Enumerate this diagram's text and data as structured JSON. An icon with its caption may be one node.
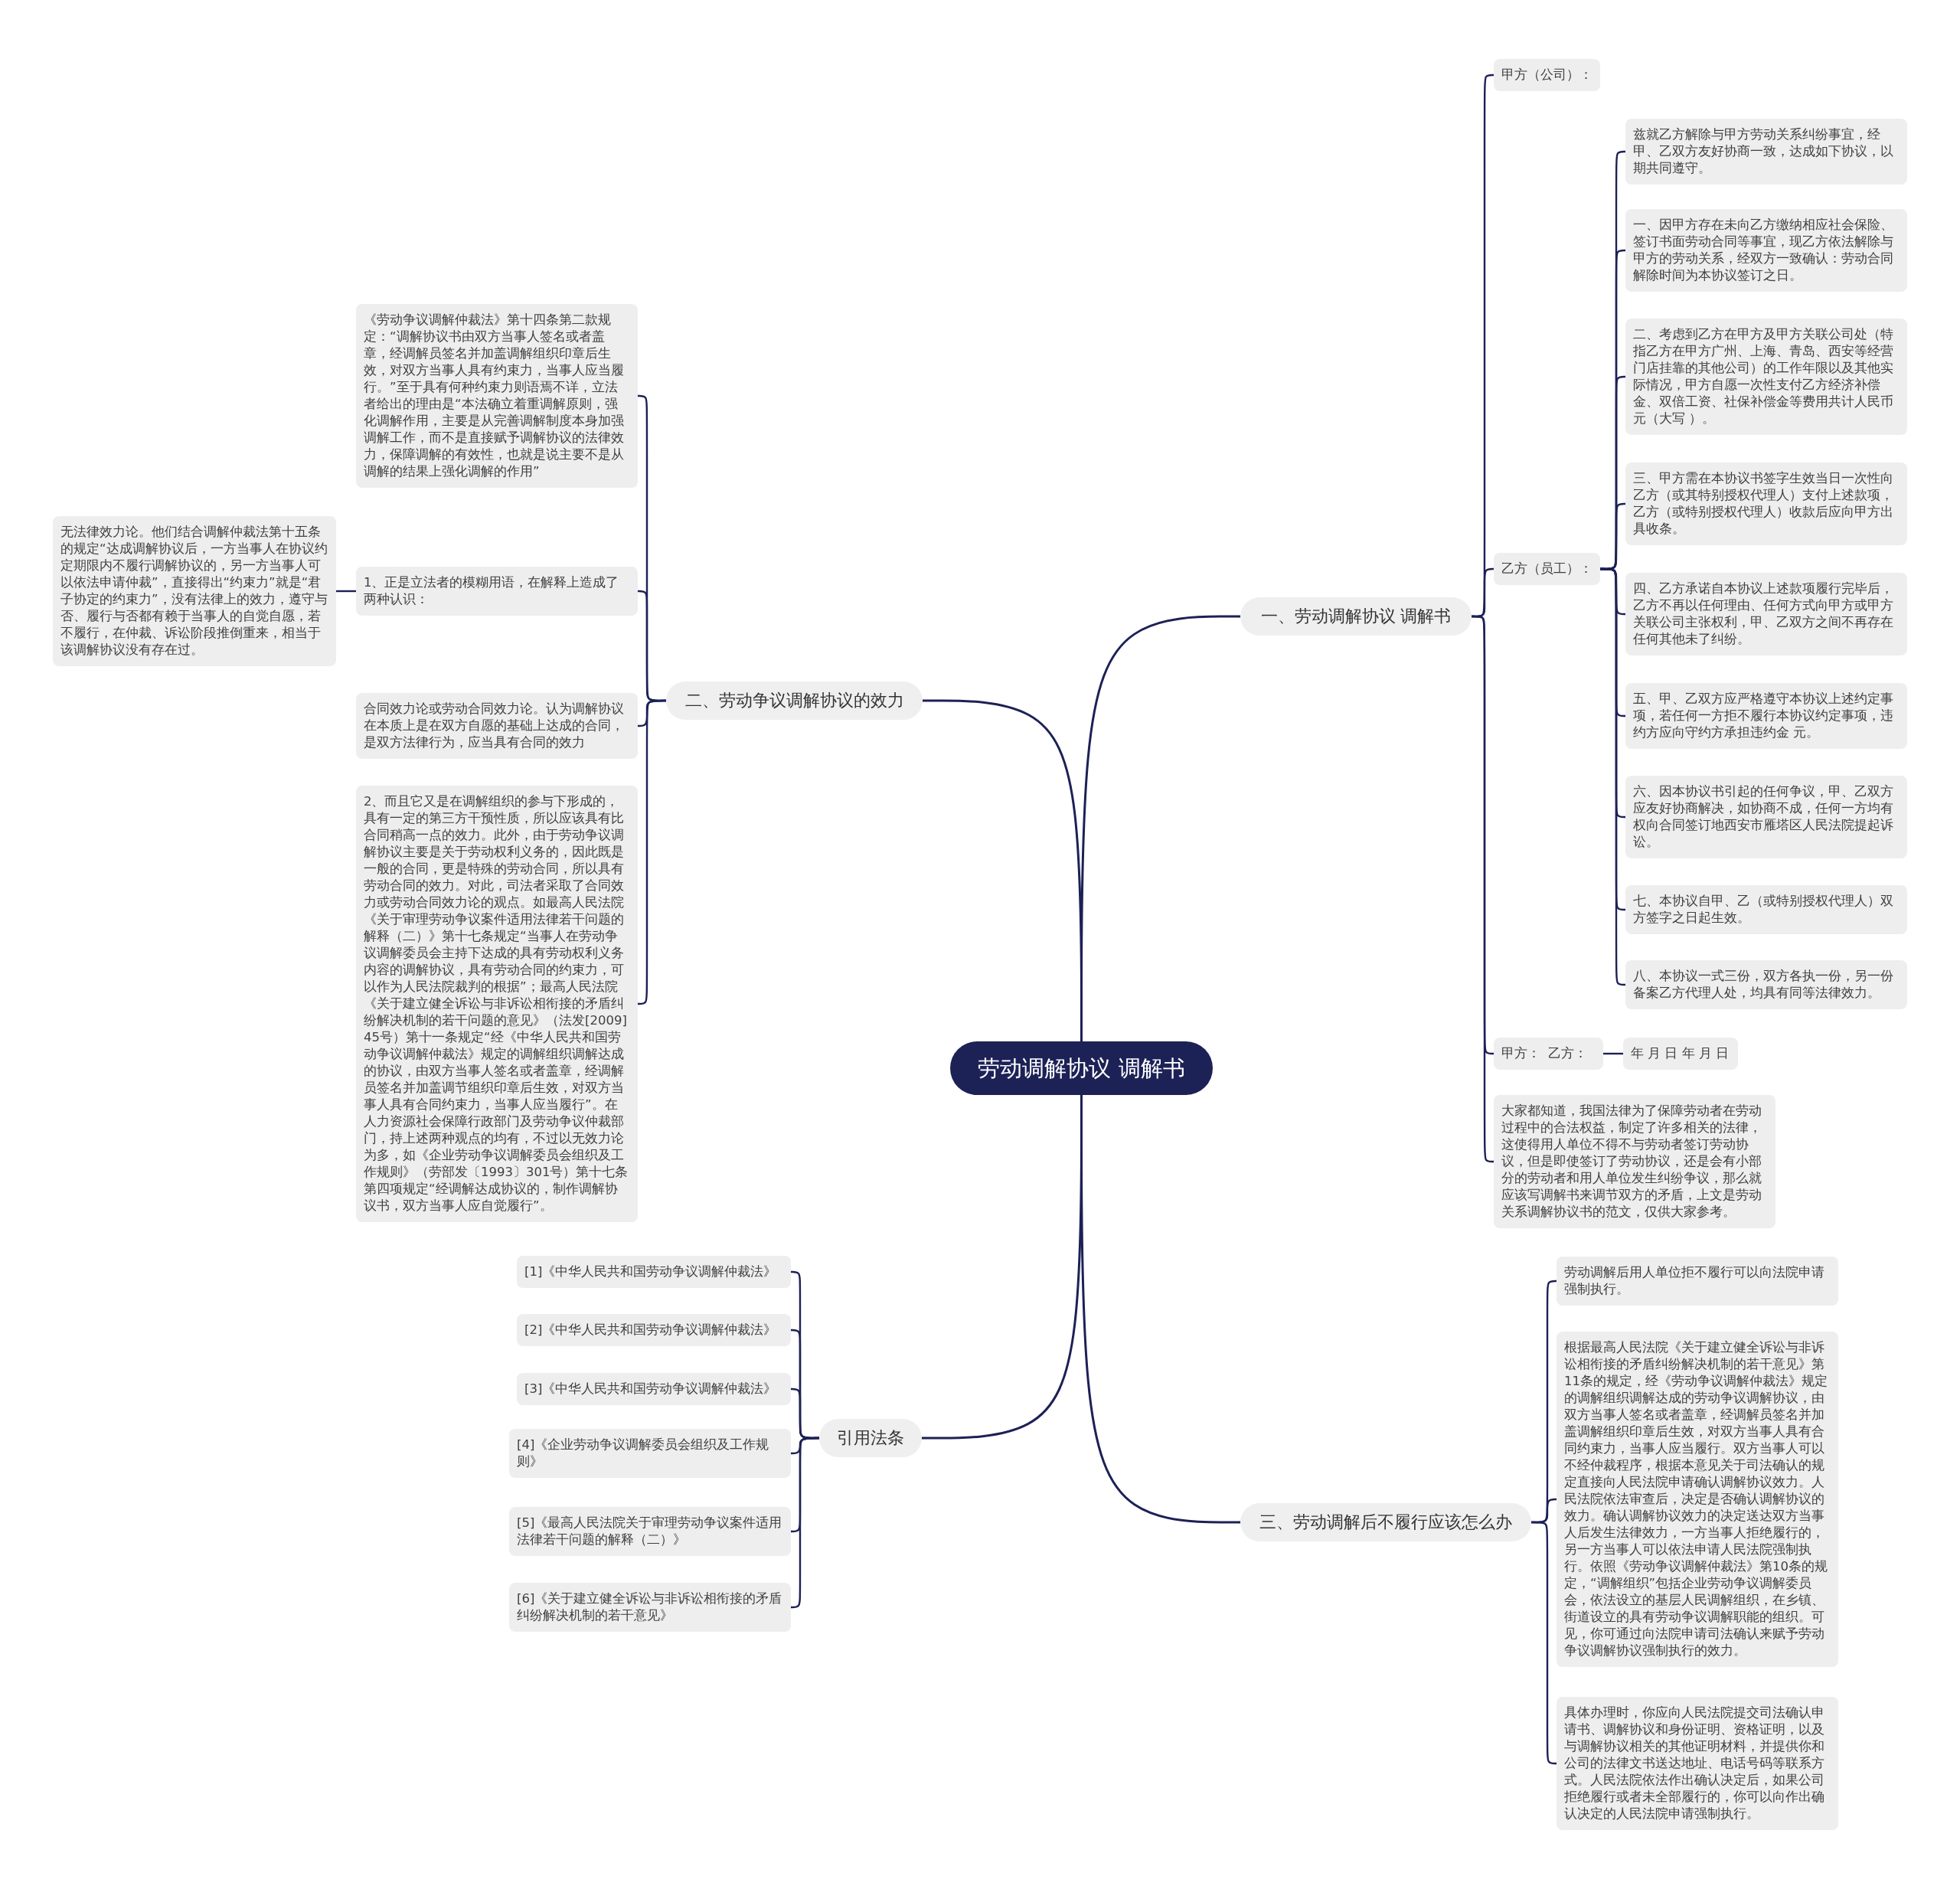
{
  "diagram": {
    "nodes": [
      {
        "text": [
          "劳动调解协议 调解书"
        ]
      },
      {
        "text": [
          "一、劳动调解协议 调解书"
        ]
      },
      {
        "text": [
          "甲方（公司）："
        ]
      },
      {
        "text": [
          "乙方（员工）："
        ]
      },
      {
        "text": [
          "兹就乙方解除与甲方劳动关系纠纷事宜，经甲、乙双方友好协商一致，达成如下协议，以期共同遵守。"
        ]
      },
      {
        "text": [
          "一、因甲方存在未向乙方缴纳相应社会保险、签订书面劳动合同等事宜，现乙方依法解除与甲方的劳动关系，经双方一致确认：劳动合同解除时间为本协议签订之日。"
        ]
      },
      {
        "text": [
          "二、考虑到乙方在甲方及甲方关联公司处（特指乙方在甲方广州、上海、青岛、西安等经营门店挂靠的其他公司）的工作年限以及其他实际情况，甲方自愿一次性支付乙方经济补偿金、双倍工资、社保补偿金等费用共计人民币元（大写 ）。"
        ]
      },
      {
        "text": [
          "三、甲方需在本协议书签字生效当日一次性向乙方（或其特别授权代理人）支付上述款项，乙方（或特别授权代理人）收款后应向甲方出具收条。"
        ]
      },
      {
        "text": [
          "四、乙方承诺自本协议上述款项履行完毕后，乙方不再以任何理由、任何方式向甲方或甲方关联公司主张权利，甲、乙双方之间不再存在任何其他未了纠纷。"
        ]
      },
      {
        "text": [
          "五、甲、乙双方应严格遵守本协议上述约定事项，若任何一方拒不履行本协议约定事项，违约方应向守约方承担违约金 元。"
        ]
      },
      {
        "text": [
          "六、因本协议书引起的任何争议，甲、乙双方应友好协商解决，如协商不成，任何一方均有权向合同签订地西安市雁塔区人民法院提起诉讼。"
        ]
      },
      {
        "text": [
          "七、本协议自甲、乙（或特别授权代理人）双方签字之日起生效。"
        ]
      },
      {
        "text": [
          "八、本协议一式三份，双方各执一份，另一份备案乙方代理人处，均具有同等法律效力。"
        ]
      },
      {
        "text": [
          "甲方：  乙方："
        ]
      },
      {
        "text": [
          "年 月 日 年 月 日"
        ]
      },
      {
        "text": [
          "大家都知道，我国法律为了保障劳动者在劳动过程中的合法权益，制定了许多相关的法律，这使得用人单位不得不与劳动者签订劳动协议，但是即使签订了劳动协议，还是会有小部分的劳动者和用人单位发生纠纷争议，那么就应该写调解书来调节双方的矛盾，上文是劳动关系调解协议书的范文，仅供大家参考。"
        ]
      },
      {
        "text": [
          "三、劳动调解后不履行应该怎么办"
        ]
      },
      {
        "text": [
          "劳动调解后用人单位拒不履行可以向法院申请强制执行。"
        ]
      },
      {
        "text": [
          "根据最高人民法院《关于建立健全诉讼与非诉讼相衔接的矛盾纠纷解决机制的若干意见》第11条的规定，经《劳动争议调解仲裁法》规定的调解组织调解达成的劳动争议调解协议，由双方当事人签名或者盖章，经调解员签名并加盖调解组织印章后生效，对双方当事人具有合同约束力，当事人应当履行。双方当事人可以不经仲裁程序，根据本意见关于司法确认的规定直接向人民法院申请确认调解协议效力。人民法院依法审查后，决定是否确认调解协议的效力。确认调解协议效力的决定送达双方当事人后发生法律效力，一方当事人拒绝履行的，另一方当事人可以依法申请人民法院强制执行。依照《劳动争议调解仲裁法》第10条的规定，“调解组织”包括企业劳动争议调解委员会，依法设立的基层人民调解组织，在乡镇、街道设立的具有劳动争议调解职能的组织。可见，你可通过向法院申请司法确认来赋予劳动争议调解协议强制执行的效力。"
        ]
      },
      {
        "text": [
          "具体办理时，你应向人民法院提交司法确认申请书、调解协议和身份证明、资格证明，以及与调解协议相关的其他证明材料，并提供你和公司的法律文书送达地址、电话号码等联系方式。人民法院依法作出确认决定后，如果公司拒绝履行或者未全部履行的，你可以向作出确认决定的人民法院申请强制执行。"
        ]
      },
      {
        "text": [
          "二、劳动争议调解协议的效力"
        ]
      },
      {
        "text": [
          "《劳动争议调解仲裁法》第十四条第二款规定：“调解协议书由双方当事人签名或者盖章，经调解员签名并加盖调解组织印章后生效，对双方当事人具有约束力，当事人应当履行。”至于具有何种约束力则语焉不详，立法者给出的理由是“本法确立着重调解原则，强化调解作用，主要是从完善调解制度本身加强调解工作，而不是直接赋予调解协议的法律效力，保障调解的有效性，也就是说主要不是从调解的结果上强化调解的作用”"
        ]
      },
      {
        "text": [
          "1、正是立法者的模糊用语，在解释上造成了两种认识："
        ]
      },
      {
        "text": [
          "无法律效力论。他们结合调解仲裁法第十五条的规定“达成调解协议后，一方当事人在协议约定期限内不履行调解协议的，另一方当事人可以依法申请仲裁”，直接得出“约束力”就是“君子协定的约束力”，没有法律上的效力，遵守与否、履行与否都有赖于当事人的自觉自愿，若不履行，在仲裁、诉讼阶段推倒重来，相当于该调解协议没有存在过。"
        ]
      },
      {
        "text": [
          "合同效力论或劳动合同效力论。认为调解协议在本质上是在双方自愿的基础上达成的合同，是双方法律行为，应当具有合同的效力"
        ]
      },
      {
        "text": [
          "2、而且它又是在调解组织的参与下形成的，具有一定的第三方干预性质，所以应该具有比合同稍高一点的效力。此外，由于劳动争议调解协议主要是关于劳动权利义务的，因此既是一般的合同，更是特殊的劳动合同，所以具有劳动合同的效力。对此，司法者采取了合同效力或劳动合同效力论的观点。如最高人民法院《关于审理劳动争议案件适用法律若干问题的解释（二）》第十七条规定“当事人在劳动争议调解委员会主持下达成的具有劳动权利义务内容的调解协议，具有劳动合同的约束力，可以作为人民法院裁判的根据”；最高人民法院《关于建立健全诉讼与非诉讼相衔接的矛盾纠纷解决机制的若干问题的意见》（法发[2009]45号）第十一条规定“经《中华人民共和国劳动争议调解仲裁法》规定的调解组织调解达成的协议，由双方当事人签名或者盖章，经调解员签名并加盖调节组织印章后生效，对双方当事人具有合同约束力，当事人应当履行”。在人力资源社会保障行政部门及劳动争议仲裁部门，持上述两种观点的均有，不过以无效力论为多，如《企业劳动争议调解委员会组织及工作规则》（劳部发〔1993〕301号）第十七条第四项规定“经调解达成协议的，制作调解协议书，双方当事人应自觉履行”。"
        ]
      },
      {
        "text": [
          "引用法条"
        ]
      },
      {
        "text": [
          "[1]《中华人民共和国劳动争议调解仲裁法》"
        ]
      },
      {
        "text": [
          "[2]《中华人民共和国劳动争议调解仲裁法》"
        ]
      },
      {
        "text": [
          "[3]《中华人民共和国劳动争议调解仲裁法》"
        ]
      },
      {
        "text": [
          "[4]《企业劳动争议调解委员会组织及工作规则》"
        ]
      },
      {
        "text": [
          "[5]《最高人民法院关于审理劳动争议案件适用法律若干问题的解释（二）》"
        ]
      },
      {
        "text": [
          "[6]《关于建立健全诉讼与非诉讼相衔接的矛盾纠纷解决机制的若干意见》"
        ]
      }
    ],
    "edges": [
      {
        "from": 0,
        "to": 1,
        "arrow": "none"
      },
      {
        "from": 1,
        "to": 2,
        "arrow": "none"
      },
      {
        "from": 1,
        "to": 3,
        "arrow": "none"
      },
      {
        "from": 3,
        "to": 4,
        "arrow": "none"
      },
      {
        "from": 3,
        "to": 5,
        "arrow": "none"
      },
      {
        "from": 3,
        "to": 6,
        "arrow": "none"
      },
      {
        "from": 3,
        "to": 7,
        "arrow": "none"
      },
      {
        "from": 3,
        "to": 8,
        "arrow": "none"
      },
      {
        "from": 3,
        "to": 9,
        "arrow": "none"
      },
      {
        "from": 3,
        "to": 10,
        "arrow": "none"
      },
      {
        "from": 3,
        "to": 11,
        "arrow": "none"
      },
      {
        "from": 3,
        "to": 12,
        "arrow": "none"
      },
      {
        "from": 1,
        "to": 13,
        "arrow": "none"
      },
      {
        "from": 13,
        "to": 14,
        "arrow": "none"
      },
      {
        "from": 1,
        "to": 15,
        "arrow": "none"
      },
      {
        "from": 0,
        "to": 16,
        "arrow": "none"
      },
      {
        "from": 16,
        "to": 17,
        "arrow": "none"
      },
      {
        "from": 16,
        "to": 18,
        "arrow": "none"
      },
      {
        "from": 16,
        "to": 19,
        "arrow": "none"
      },
      {
        "from": 0,
        "to": 20,
        "arrow": "none"
      },
      {
        "from": 20,
        "to": 21,
        "arrow": "none"
      },
      {
        "from": 20,
        "to": 22,
        "arrow": "none"
      },
      {
        "from": 22,
        "to": 23,
        "arrow": "none"
      },
      {
        "from": 20,
        "to": 24,
        "arrow": "none"
      },
      {
        "from": 20,
        "to": 25,
        "arrow": "none"
      },
      {
        "from": 0,
        "to": 26,
        "arrow": "none"
      },
      {
        "from": 26,
        "to": 27,
        "arrow": "none"
      },
      {
        "from": 26,
        "to": 28,
        "arrow": "none"
      },
      {
        "from": 26,
        "to": 29,
        "arrow": "none"
      },
      {
        "from": 26,
        "to": 30,
        "arrow": "none"
      },
      {
        "from": 26,
        "to": 31,
        "arrow": "none"
      },
      {
        "from": 26,
        "to": 32,
        "arrow": "none"
      }
    ]
  }
}
